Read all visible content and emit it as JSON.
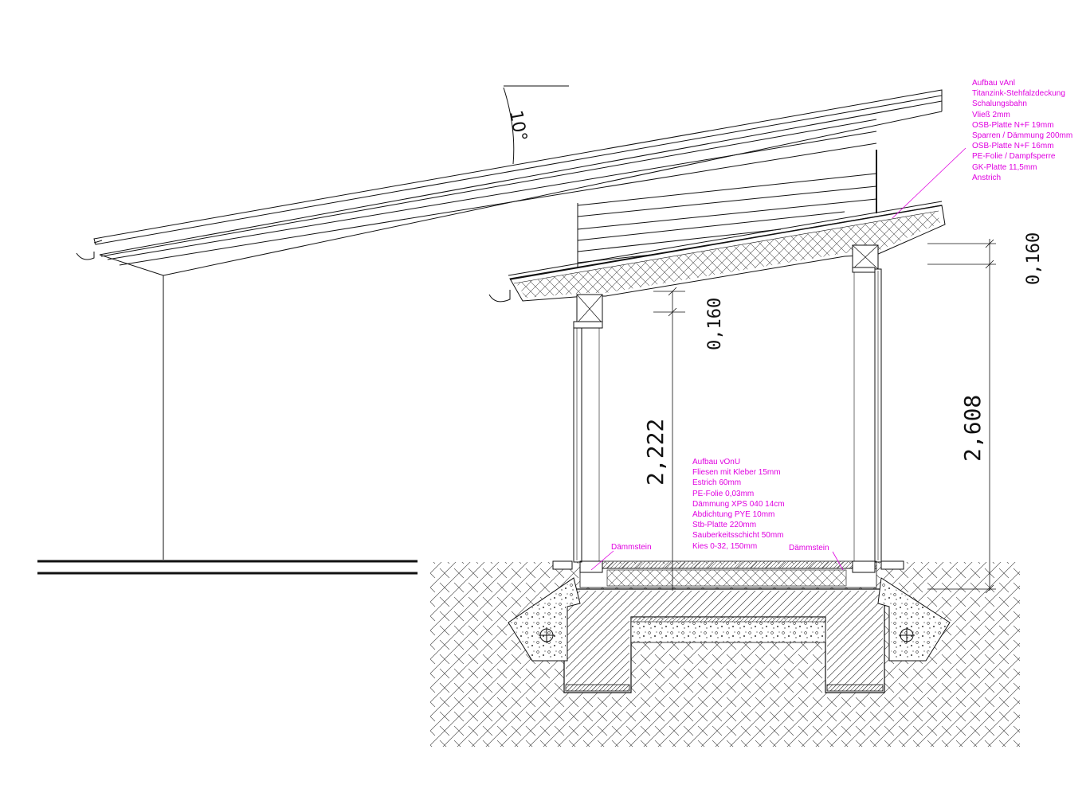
{
  "colors": {
    "line": "#111111",
    "annotation": "#e000e0",
    "hatch": "#333333",
    "background": "#ffffff"
  },
  "roof_angle": "10°",
  "dimensions": {
    "eave_beam_depth": "0,160",
    "ridge_beam_depth": "0,160",
    "room_height": "2,222",
    "total_height": "2,608"
  },
  "roof_buildup": {
    "title": "Aufbau vAnl",
    "layers": [
      "Titanzink-Stehfalzdeckung",
      "Schalungsbahn",
      "Vließ 2mm",
      "OSB-Platte N+F 19mm",
      "Sparren / Dämmung 200mm",
      "OSB-Platte N+F 16mm",
      "PE-Folie / Dampfsperre",
      "GK-Platte 11,5mm",
      "Anstrich"
    ]
  },
  "floor_buildup": {
    "title": "Aufbau vOnU",
    "layers": [
      "Fliesen mit Kleber 15mm",
      "Estrich 60mm",
      "PE-Folie 0,03mm",
      "Dämmung XPS 040 14cm",
      "Abdichtung PYE 10mm",
      "Stb-Platte 220mm",
      "Sauberkeitsschicht 50mm",
      "Kies 0-32, 150mm"
    ]
  },
  "labels": {
    "daemmstein_left": "Dämmstein",
    "daemmstein_right": "Dämmstein"
  }
}
